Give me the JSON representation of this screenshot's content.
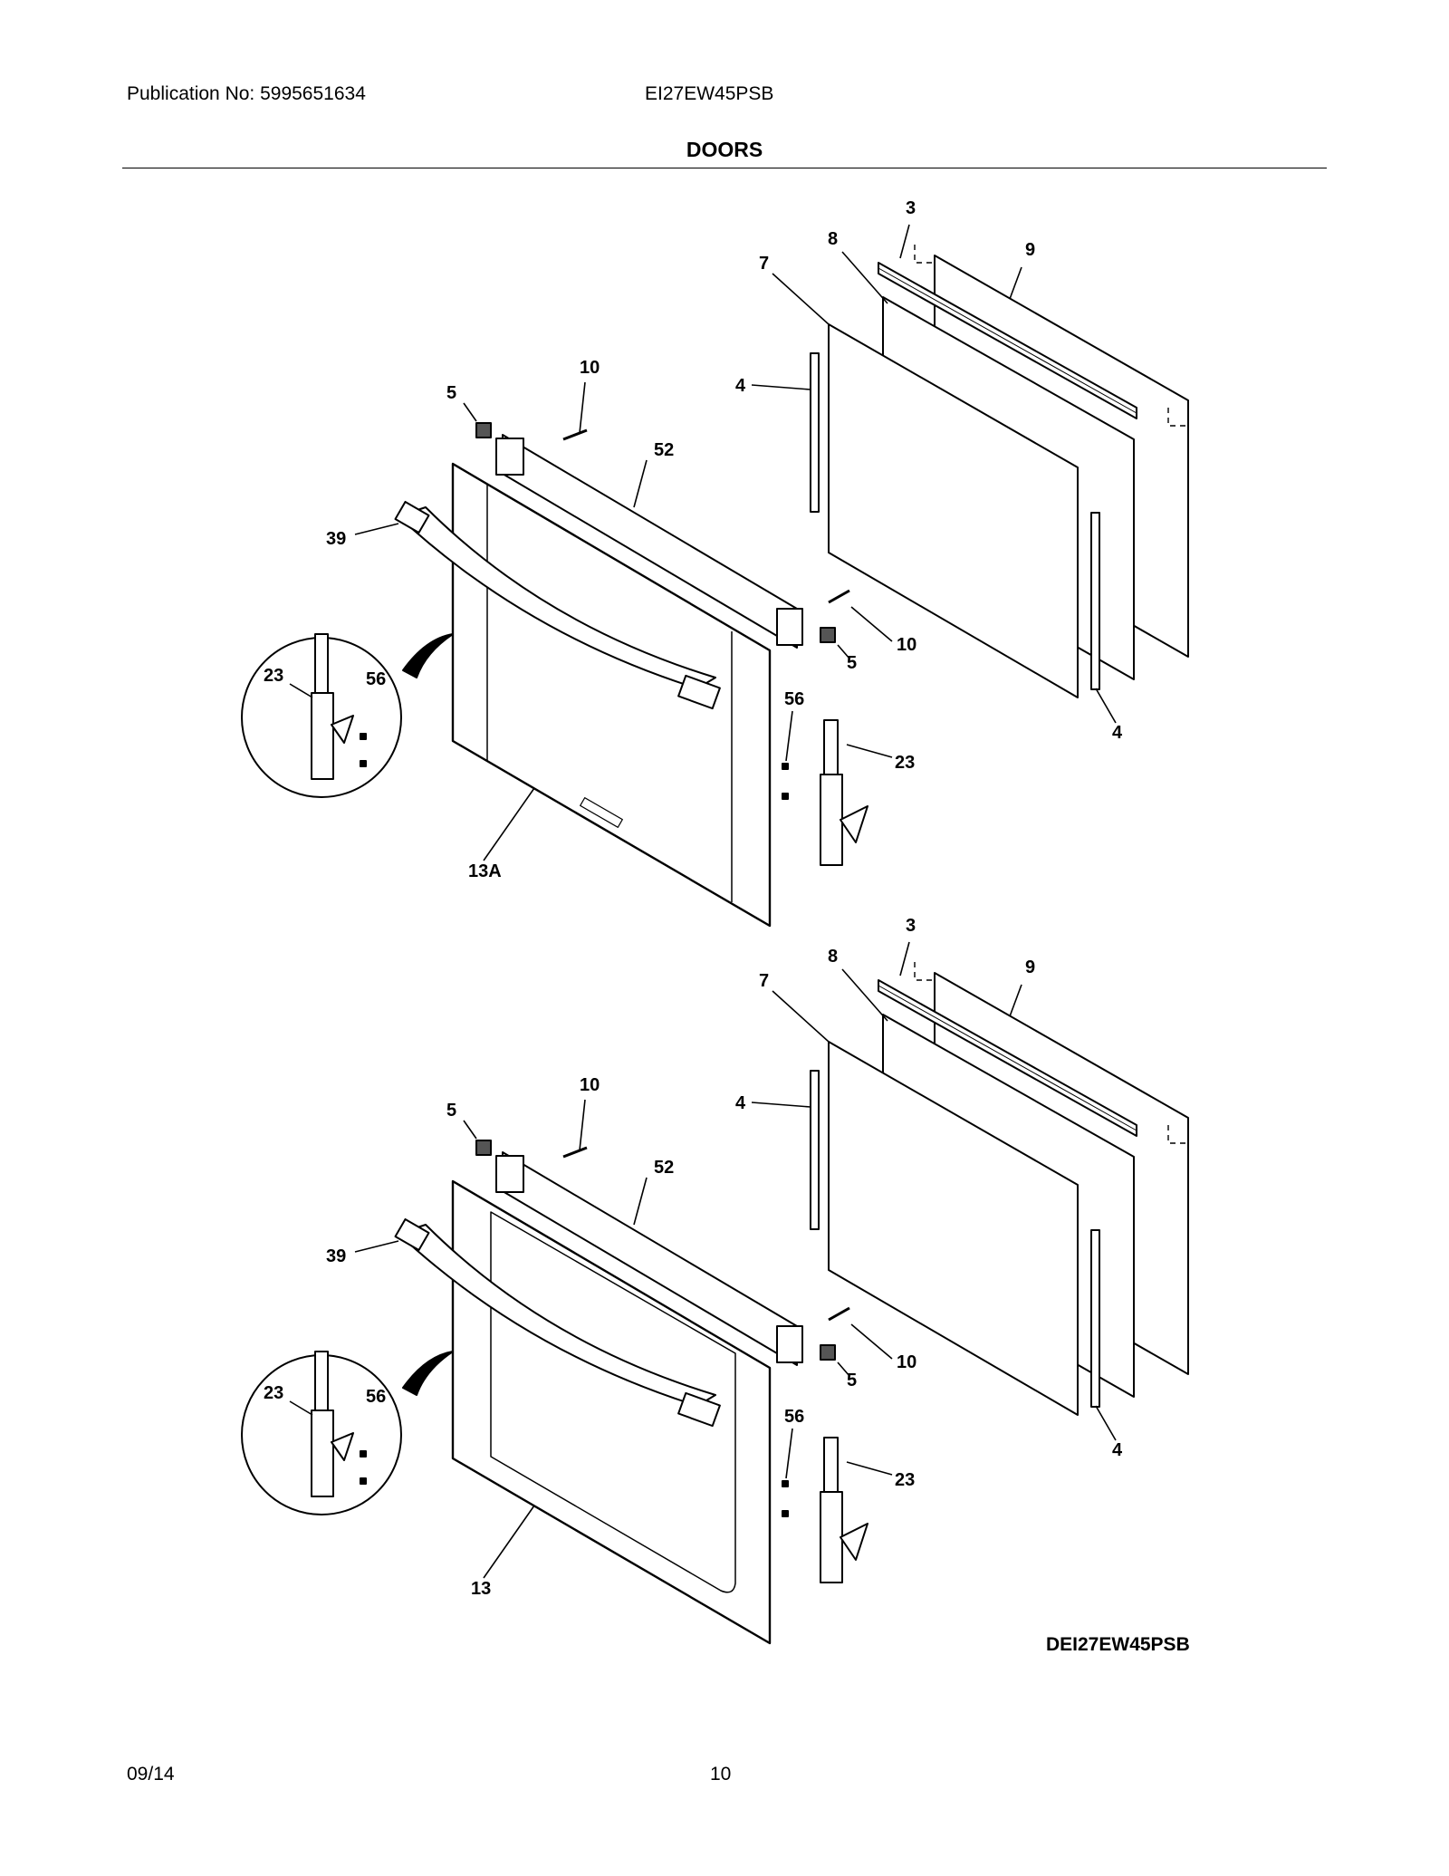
{
  "header": {
    "publication": "Publication No: 5995651634",
    "model": "EI27EW45PSB",
    "section_title": "DOORS"
  },
  "footer": {
    "date": "09/14",
    "page_number": "10"
  },
  "diagram": {
    "drawing_code": "DEI27EW45PSB",
    "top_view": {
      "labels": {
        "p3": "3",
        "p8": "8",
        "p9": "9",
        "p7": "7",
        "p10a": "10",
        "p5a": "5",
        "p52": "52",
        "p4a": "4",
        "p39": "39",
        "p23a": "23",
        "p56a": "56",
        "p10b": "10",
        "p5b": "5",
        "p56b": "56",
        "p23b": "23",
        "p4b": "4",
        "p13": "13A"
      }
    },
    "bottom_view": {
      "labels": {
        "p3": "3",
        "p8": "8",
        "p9": "9",
        "p7": "7",
        "p10a": "10",
        "p5a": "5",
        "p52": "52",
        "p4a": "4",
        "p39": "39",
        "p23a": "23",
        "p56a": "56",
        "p10b": "10",
        "p5b": "5",
        "p56b": "56",
        "p23b": "23",
        "p4b": "4",
        "p13": "13"
      }
    }
  }
}
